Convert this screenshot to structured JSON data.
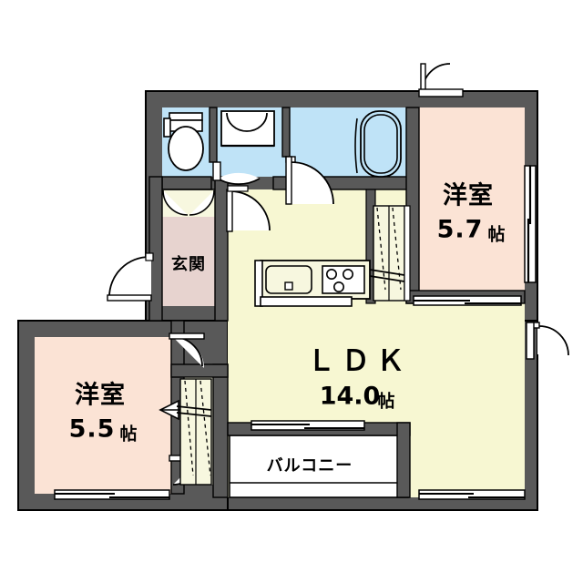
{
  "document": {
    "type": "floor-plan",
    "title": "間取り図",
    "background_color": "#FFFFFF"
  },
  "palette": {
    "wall": "#595959",
    "wall_outline": "#000000",
    "ldk_floor": "#F7F7D2",
    "bedroom_floor": "#FBE3D5",
    "water_area_floor": "#BFE3F7",
    "entrance_floor": "#E7D3CF",
    "closet_floor": "#F7F7DF",
    "balcony_floor": "#FFFFFF",
    "fixture_stroke": "#000000",
    "door_fill": "#FFFFFF"
  },
  "rooms": [
    {
      "id": "washitsu-57",
      "name_label": "洋室",
      "area_value": "5.7",
      "area_unit": "帖",
      "floor_color": "#FBE3D5"
    },
    {
      "id": "washitsu-55",
      "name_label": "洋室",
      "area_value": "5.5",
      "area_unit": "帖",
      "floor_color": "#FBE3D5"
    },
    {
      "id": "ldk",
      "name_label": "ＬＤＫ",
      "area_value": "14.0",
      "area_unit": "帖",
      "floor_color": "#F7F7D2"
    },
    {
      "id": "genkan",
      "name_label": "玄関",
      "area_value": "",
      "area_unit": "",
      "floor_color": "#E7D3CF"
    },
    {
      "id": "balcony",
      "name_label": "バルコニー",
      "area_value": "",
      "area_unit": "",
      "floor_color": "#FFFFFF"
    }
  ],
  "labels": {
    "bedroom_top_name": "洋室",
    "bedroom_top_area": "5.7",
    "bedroom_top_unit": "帖",
    "bedroom_left_name": "洋室",
    "bedroom_left_area": "5.5",
    "bedroom_left_unit": "帖",
    "ldk_name": "ＬＤＫ",
    "ldk_area": "14.0",
    "ldk_unit": "帖",
    "genkan_name": "玄関",
    "balcony_name": "バルコニー"
  },
  "fixtures": [
    {
      "id": "toilet",
      "icon": "toilet-icon",
      "room": "toilet-room"
    },
    {
      "id": "washbasin",
      "icon": "washbasin-icon",
      "room": "washroom"
    },
    {
      "id": "bathtub",
      "icon": "bathtub-icon",
      "room": "bath-room"
    },
    {
      "id": "kitchen-sink",
      "icon": "sink-icon",
      "room": "ldk"
    },
    {
      "id": "kitchen-stove",
      "icon": "stove-icon",
      "room": "ldk",
      "burners": 3
    }
  ],
  "openings": [
    {
      "id": "entry-door",
      "icon": "swing-door-icon",
      "type": "hinged"
    },
    {
      "id": "genkan-closet",
      "icon": "double-door-icon",
      "type": "double-swing"
    },
    {
      "id": "toilet-door",
      "icon": "swing-door-icon",
      "type": "hinged"
    },
    {
      "id": "bath-door",
      "icon": "swing-door-icon",
      "type": "hinged"
    },
    {
      "id": "washroom-door",
      "icon": "swing-door-icon",
      "type": "hinged"
    },
    {
      "id": "bedroom-57-closet",
      "icon": "folding-door-icon",
      "type": "folding"
    },
    {
      "id": "bedroom-55-closet",
      "icon": "folding-door-icon",
      "type": "folding"
    },
    {
      "id": "bedroom-57-door",
      "icon": "swing-door-icon",
      "type": "hinged"
    },
    {
      "id": "bedroom-55-door",
      "icon": "swing-door-icon",
      "type": "hinged"
    },
    {
      "id": "ldk-right-door",
      "icon": "swing-door-icon",
      "type": "hinged"
    },
    {
      "id": "bedroom-57-window",
      "icon": "window-icon",
      "type": "sliding-window"
    },
    {
      "id": "bedroom-57-bottom-window",
      "icon": "window-icon",
      "type": "sliding-window"
    },
    {
      "id": "bedroom-55-window",
      "icon": "window-icon",
      "type": "sliding-window"
    },
    {
      "id": "ldk-balcony-window",
      "icon": "window-icon",
      "type": "sliding-window"
    },
    {
      "id": "ldk-bottom-window",
      "icon": "window-icon",
      "type": "sliding-window"
    }
  ]
}
